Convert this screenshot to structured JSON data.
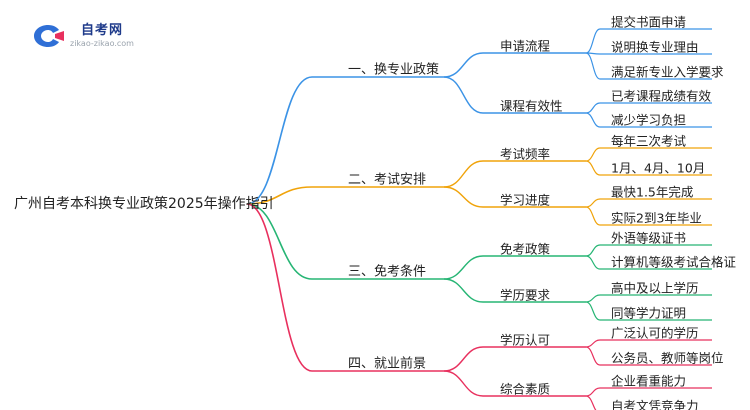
{
  "logo": {
    "name": "自考网",
    "url": "zikao-zikao.com"
  },
  "root": "广州自考本科换专业政策2025年操作指引",
  "colors": [
    "#3b93e6",
    "#f0a30a",
    "#26b574",
    "#e8305e"
  ],
  "branches": [
    {
      "label": "一、换专业政策",
      "children": [
        {
          "label": "申请流程",
          "leaves": [
            "提交书面申请",
            "说明换专业理由",
            "满足新专业入学要求"
          ]
        },
        {
          "label": "课程有效性",
          "leaves": [
            "已考课程成绩有效",
            "减少学习负担"
          ]
        }
      ]
    },
    {
      "label": "二、考试安排",
      "children": [
        {
          "label": "考试频率",
          "leaves": [
            "每年三次考试",
            "1月、4月、10月"
          ]
        },
        {
          "label": "学习进度",
          "leaves": [
            "最快1.5年完成",
            "实际2到3年毕业"
          ]
        }
      ]
    },
    {
      "label": "三、免考条件",
      "children": [
        {
          "label": "免考政策",
          "leaves": [
            "外语等级证书",
            "计算机等级考试合格证"
          ]
        },
        {
          "label": "学历要求",
          "leaves": [
            "高中及以上学历",
            "同等学力证明"
          ]
        }
      ]
    },
    {
      "label": "四、就业前景",
      "children": [
        {
          "label": "学历认可",
          "leaves": [
            "广泛认可的学历",
            "公务员、教师等岗位"
          ]
        },
        {
          "label": "综合素质",
          "leaves": [
            "企业看重能力",
            "自考文凭竞争力"
          ]
        }
      ]
    }
  ]
}
